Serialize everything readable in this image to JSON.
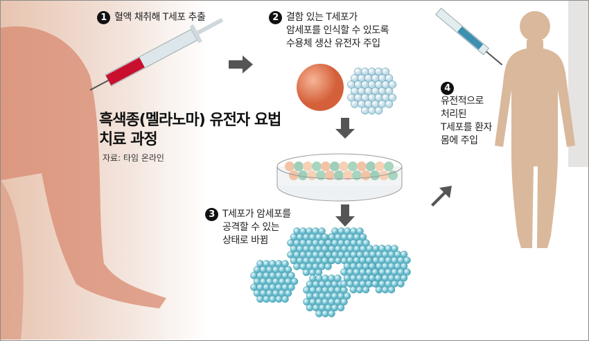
{
  "title": {
    "line1": "흑색종(멜라노마) 유전자 요법",
    "line2": "치료 과정"
  },
  "source": "자료: 타임 온라인",
  "steps": [
    {
      "number": "1",
      "lines": [
        "혈액 채취해 T세포 추출"
      ]
    },
    {
      "number": "2",
      "lines": [
        "결함 있는 T세포가",
        "암세포를 인식할 수 있도록",
        "수용체 생산 유전자 주입"
      ]
    },
    {
      "number": "3",
      "lines": [
        "T세포가 암세포를",
        "공격할 수 있는",
        "상태로 바뀜"
      ]
    },
    {
      "number": "4",
      "lines": [
        "유전적으로",
        "처리된",
        "T세포를 환자",
        "몸에 주입"
      ]
    }
  ],
  "colors": {
    "arrow": "#555555",
    "cell": "#7cc8d4",
    "cancer": "#e07a55",
    "skin": "#d9b89c",
    "blood": "#c8102e"
  }
}
